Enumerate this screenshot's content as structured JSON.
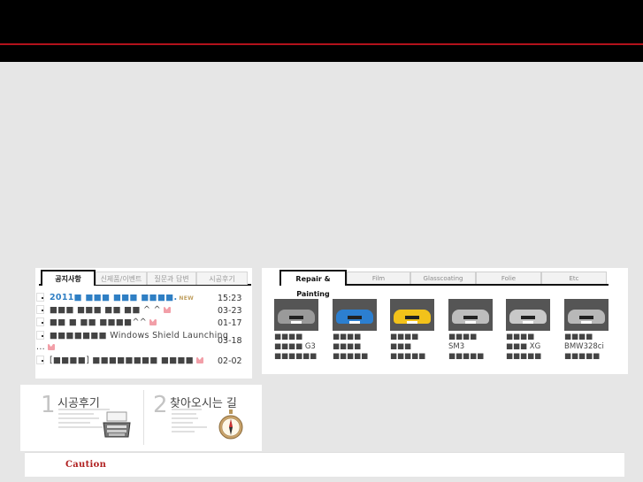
{
  "notice": {
    "tabs": [
      "공지사항",
      "신제품/이벤트",
      "질문과 답변",
      "시공후기"
    ],
    "items": [
      {
        "title": "2011■ ■■■ ■■■ ■■■■.",
        "date": "15:23",
        "highlight": true,
        "new_label": "NEW"
      },
      {
        "title": "■■■ ■■■ ■■ ■■ ^ ^",
        "date": "03-23",
        "highlight": false
      },
      {
        "title": "■■ ■ ■■ ■■■■^^",
        "date": "01-17",
        "highlight": false
      },
      {
        "title": "■■■■■■■ Windows Shield Launching",
        "title_cont": "...",
        "date": "03-18",
        "highlight": false
      },
      {
        "title": "[■■■■] ■■■■■■■■ ■■■■",
        "date": "02-02",
        "highlight": false
      }
    ]
  },
  "gallery": {
    "tabs": [
      "Repair & Painting",
      "Film",
      "Glasscoating",
      "Folie",
      "Etc"
    ],
    "items": [
      {
        "line1": "■■■■",
        "line2": "■■■■ G3",
        "line3": "■■■■■■",
        "color": "#9a9a9a"
      },
      {
        "line1": "■■■■",
        "line2": "■■■■",
        "line3": "■■■■■",
        "color": "#2c7fd0"
      },
      {
        "line1": "■■■■",
        "line2": "■■■",
        "line3": "■■■■■",
        "color": "#f2c21a"
      },
      {
        "line1": "■■■■",
        "line2": "SM3",
        "line3": "■■■■■",
        "color": "#bdbdbd"
      },
      {
        "line1": "■■■■",
        "line2": "■■■ XG",
        "line3": "■■■■■",
        "color": "#c8c8c8"
      },
      {
        "line1": "■■■■",
        "line2": "BMW328ci",
        "line3": "■■■■■",
        "color": "#b8b8b8"
      }
    ]
  },
  "banner": {
    "left_num": "1",
    "left_title": "시공후기",
    "right_num": "2",
    "right_title": "찾아오시는 길"
  },
  "footer": {
    "caution": "Caution"
  }
}
